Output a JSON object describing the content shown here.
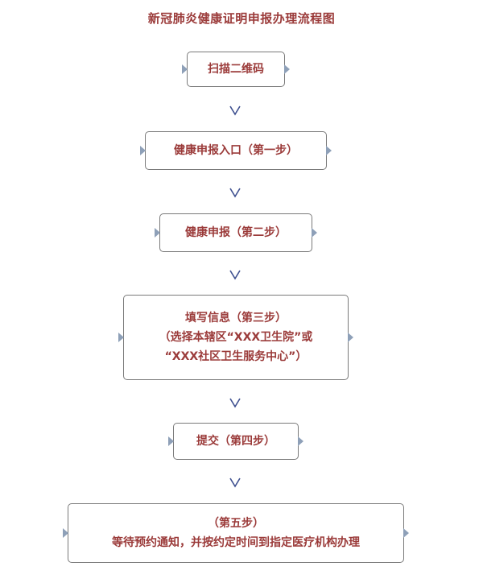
{
  "title": "新冠肺炎健康证明申报办理流程图",
  "steps": [
    {
      "lines": [
        "扫描二维码"
      ]
    },
    {
      "lines": [
        "健康申报入口（第一步）"
      ]
    },
    {
      "lines": [
        "健康申报（第二步）"
      ]
    },
    {
      "lines": [
        "填写信息（第三步）",
        "（选择本辖区“XXX卫生院”或",
        "“XXX社区卫生服务中心”）"
      ]
    },
    {
      "lines": [
        "提交（第四步）"
      ]
    },
    {
      "lines": [
        "（第五步）",
        "等待预约通知，并按约定时间到指定医疗机构办理"
      ]
    }
  ],
  "colors": {
    "text": "#9b3b3a",
    "border": "#7a7a7a",
    "arrow": "#3d4f8f",
    "marker": "#8ea0b8"
  },
  "icons": {
    "flow_arrow": "chevron-down-icon",
    "side_marker": "triangle-right-icon"
  }
}
